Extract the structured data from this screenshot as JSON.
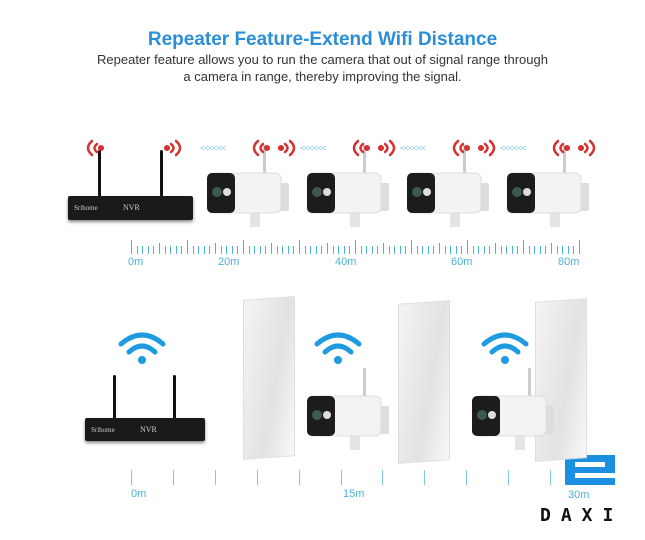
{
  "title": "Repeater Feature-Extend Wifi Distance",
  "subtitle_lines": [
    "Repeater feature allows you to run the camera that out of signal range through",
    "a camera in range, thereby improving the signal."
  ],
  "nvr": {
    "brand": "Srihome",
    "label": "NVR"
  },
  "repeater_chevrons": "<<<<<<",
  "top_ruler_labels": [
    "0m",
    "20m",
    "40m",
    "60m",
    "80m"
  ],
  "bottom_ruler_labels": [
    "0m",
    "15m",
    "30m"
  ],
  "logo_text": "DAXI",
  "colors": {
    "title": "#2a8fd6",
    "ruler": "#4db2d6",
    "signal_red": "#d33333",
    "wifi_blue": "#1e9be0",
    "logo": "#1b8fe0"
  }
}
